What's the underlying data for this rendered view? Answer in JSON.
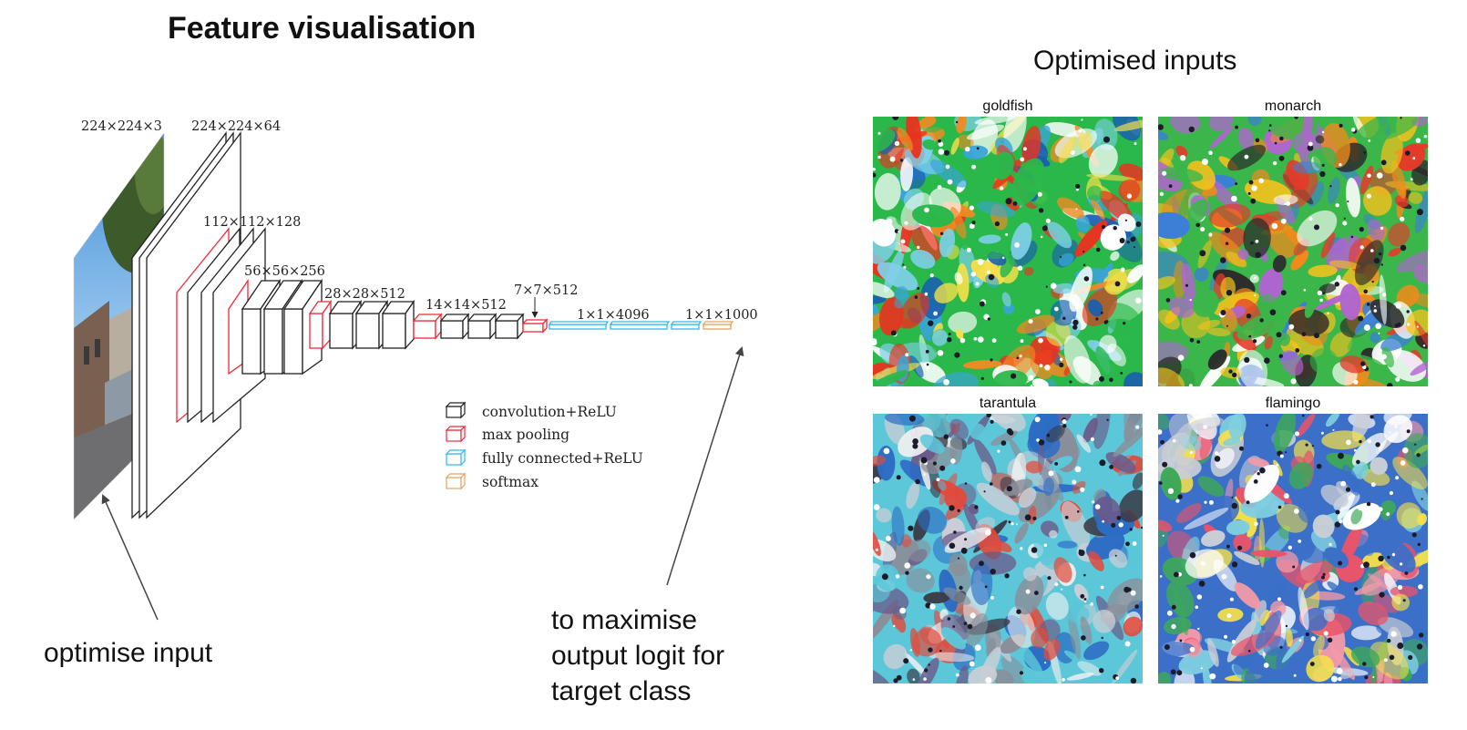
{
  "title": "Feature visualisation",
  "network": {
    "dims": {
      "input": "224×224×3",
      "conv1": "224×224×64",
      "conv2": "112×112×128",
      "conv3": "56×56×256",
      "conv4": "28×28×512",
      "conv5": "14×14×512",
      "pool5": "7×7×512",
      "fc": "1×1×4096",
      "softmax": "1×1×1000"
    },
    "legend": [
      {
        "label": "convolution+ReLU",
        "color": "#222222"
      },
      {
        "label": "max pooling",
        "color": "#ee2b3b"
      },
      {
        "label": "fully connected+ReLU",
        "color": "#2fb9ea"
      },
      {
        "label": "softmax",
        "color": "#e3a463"
      }
    ]
  },
  "annotations": {
    "optimise_input": "optimise input",
    "maximise_lines": [
      "to maximise",
      "output logit for",
      "target class"
    ]
  },
  "optimised": {
    "title": "Optimised inputs",
    "tiles": [
      {
        "caption": "goldfish",
        "palette": [
          "#e8331f",
          "#f28a22",
          "#3aa4d8",
          "#1a5fb0",
          "#7fd0e8",
          "#2ab84a",
          "#f5e04a",
          "#ffffff"
        ]
      },
      {
        "caption": "monarch",
        "palette": [
          "#f08a1c",
          "#f5c21d",
          "#e6392b",
          "#2b2b2b",
          "#b065d0",
          "#3bb64a",
          "#ffffff",
          "#3b7fd6"
        ]
      },
      {
        "caption": "tarantula",
        "palette": [
          "#8a8f9a",
          "#c9ced6",
          "#2d6cc4",
          "#e24a3b",
          "#3a3a46",
          "#5bc7d8",
          "#f0f0f0",
          "#6b5a8a"
        ]
      },
      {
        "caption": "flamingo",
        "palette": [
          "#e8546a",
          "#f29aa8",
          "#3ea858",
          "#7fcfe0",
          "#c9ced6",
          "#3b6fc8",
          "#f5e04a",
          "#ffffff"
        ]
      }
    ]
  }
}
